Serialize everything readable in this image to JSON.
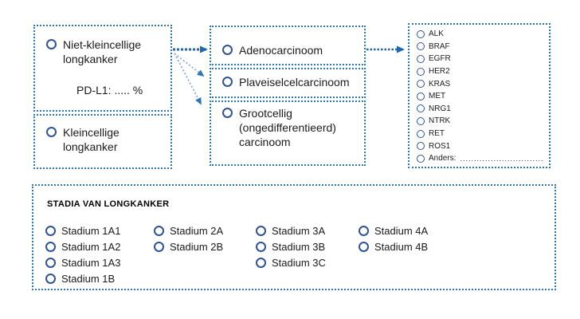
{
  "colors": {
    "border_blue": "#2E75B6",
    "radio_navy": "#2F5496",
    "arrow_dark": "#2066B0",
    "arrow_light": "#7FA8DC",
    "text": "#1a1a1a"
  },
  "type_section": {
    "nsclc_label": "Niet-kleincellige longkanker",
    "pdl1_label": "PD-L1: ..... %",
    "sclc_label": "Kleincellige longkanker"
  },
  "histology_section": {
    "options": [
      "Adenocarcinoom",
      "Plaveiselcelcarcinoom",
      "Grootcellig (ongedifferentieerd) carcinoom"
    ]
  },
  "biomarker_section": {
    "options": [
      "ALK",
      "BRAF",
      "EGFR",
      "HER2",
      "KRAS",
      "MET",
      "NRG1",
      "NTRK",
      "RET",
      "ROS1"
    ],
    "other_label": "Anders:",
    "other_leader": "......................................."
  },
  "stage_section": {
    "title": "STADIA VAN LONGKANKER",
    "columns": [
      [
        "Stadium 1A1",
        "Stadium 1A2",
        "Stadium 1A3",
        "Stadium 1B"
      ],
      [
        "Stadium 2A",
        "Stadium 2B"
      ],
      [
        "Stadium 3A",
        "Stadium 3B",
        "Stadium 3C"
      ],
      [
        "Stadium 4A",
        "Stadium 4B"
      ]
    ]
  }
}
